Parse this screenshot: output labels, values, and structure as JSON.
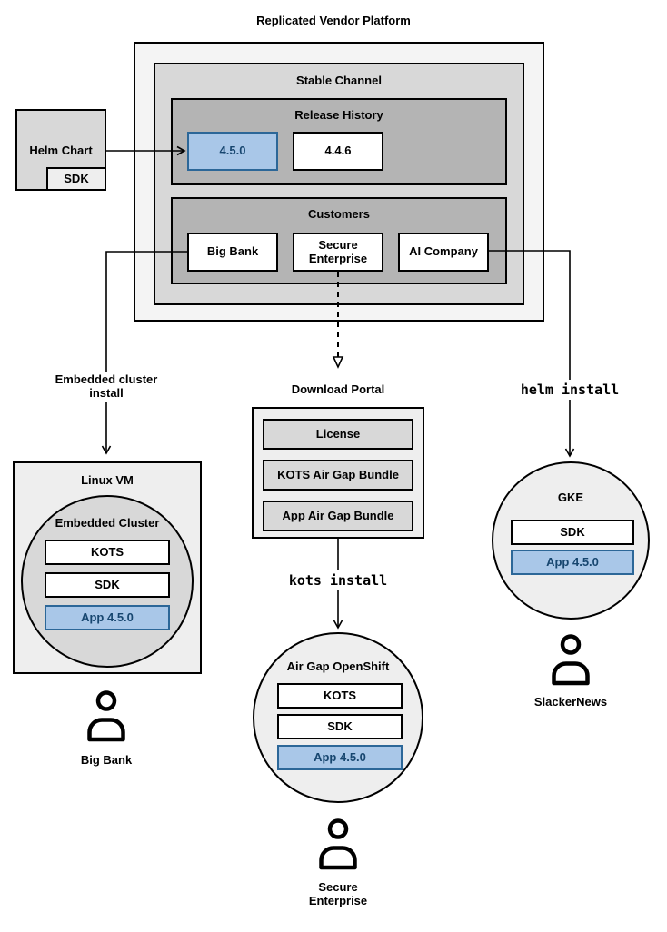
{
  "diagram": {
    "title": "Replicated Vendor Platform"
  },
  "platform": {
    "stable_channel": {
      "title": "Stable Channel",
      "release_history": {
        "title": "Release History",
        "releases": [
          {
            "version": "4.5.0",
            "highlighted": true
          },
          {
            "version": "4.4.6",
            "highlighted": false
          }
        ]
      },
      "customers": {
        "title": "Customers",
        "items": [
          "Big Bank",
          "Secure Enterprise",
          "AI Company"
        ]
      }
    }
  },
  "helm_chart": {
    "title": "Helm Chart",
    "sdk": "SDK"
  },
  "edges": {
    "embedded_cluster_install": "Embedded cluster install",
    "kots_install": "kots install",
    "helm_install": "helm install"
  },
  "download_portal": {
    "title": "Download Portal",
    "items": [
      "License",
      "KOTS Air Gap Bundle",
      "App Air Gap Bundle"
    ]
  },
  "big_bank_flow": {
    "host": "Linux VM",
    "cluster": "Embedded Cluster",
    "components": [
      "KOTS",
      "SDK"
    ],
    "app": "App 4.5.0",
    "user": "Big Bank"
  },
  "secure_enterprise_flow": {
    "cluster": "Air Gap OpenShift",
    "components": [
      "KOTS",
      "SDK"
    ],
    "app": "App 4.5.0",
    "user": "Secure Enterprise"
  },
  "ai_company_flow": {
    "cluster": "GKE",
    "components": [
      "SDK"
    ],
    "app": "App 4.5.0",
    "user": "SlackerNews"
  },
  "colors": {
    "highlight_fill": "#a9c7e8",
    "highlight_border": "#2c6798",
    "highlight_text": "#17466f",
    "outer_fill": "#f4f4f4",
    "mid_fill": "#d8d8d8",
    "inner_fill": "#b4b4b4",
    "panel_fill": "#eeeeee"
  }
}
